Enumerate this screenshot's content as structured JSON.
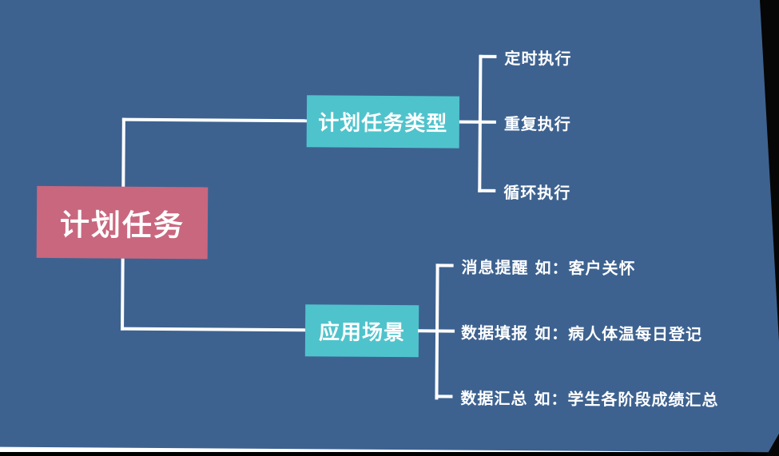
{
  "colors": {
    "page_edge": "#000000",
    "bottom_sliver": "#ffffff",
    "canvas_background": "#3d6290",
    "root_node_fill": "#c9677f",
    "branch_node_fill": "#4fc3cc",
    "connector": "#ffffff",
    "text": "#ffffff"
  },
  "mindmap": {
    "root": {
      "label": "计划任务"
    },
    "branches": [
      {
        "label": "计划任务类型",
        "leaves": [
          "定时执行",
          "重复执行",
          "循环执行"
        ]
      },
      {
        "label": "应用场景",
        "leaves": [
          "消息提醒 如：客户关怀",
          "数据填报 如：病人体温每日登记",
          "数据汇总 如：学生各阶段成绩汇总"
        ]
      }
    ]
  }
}
